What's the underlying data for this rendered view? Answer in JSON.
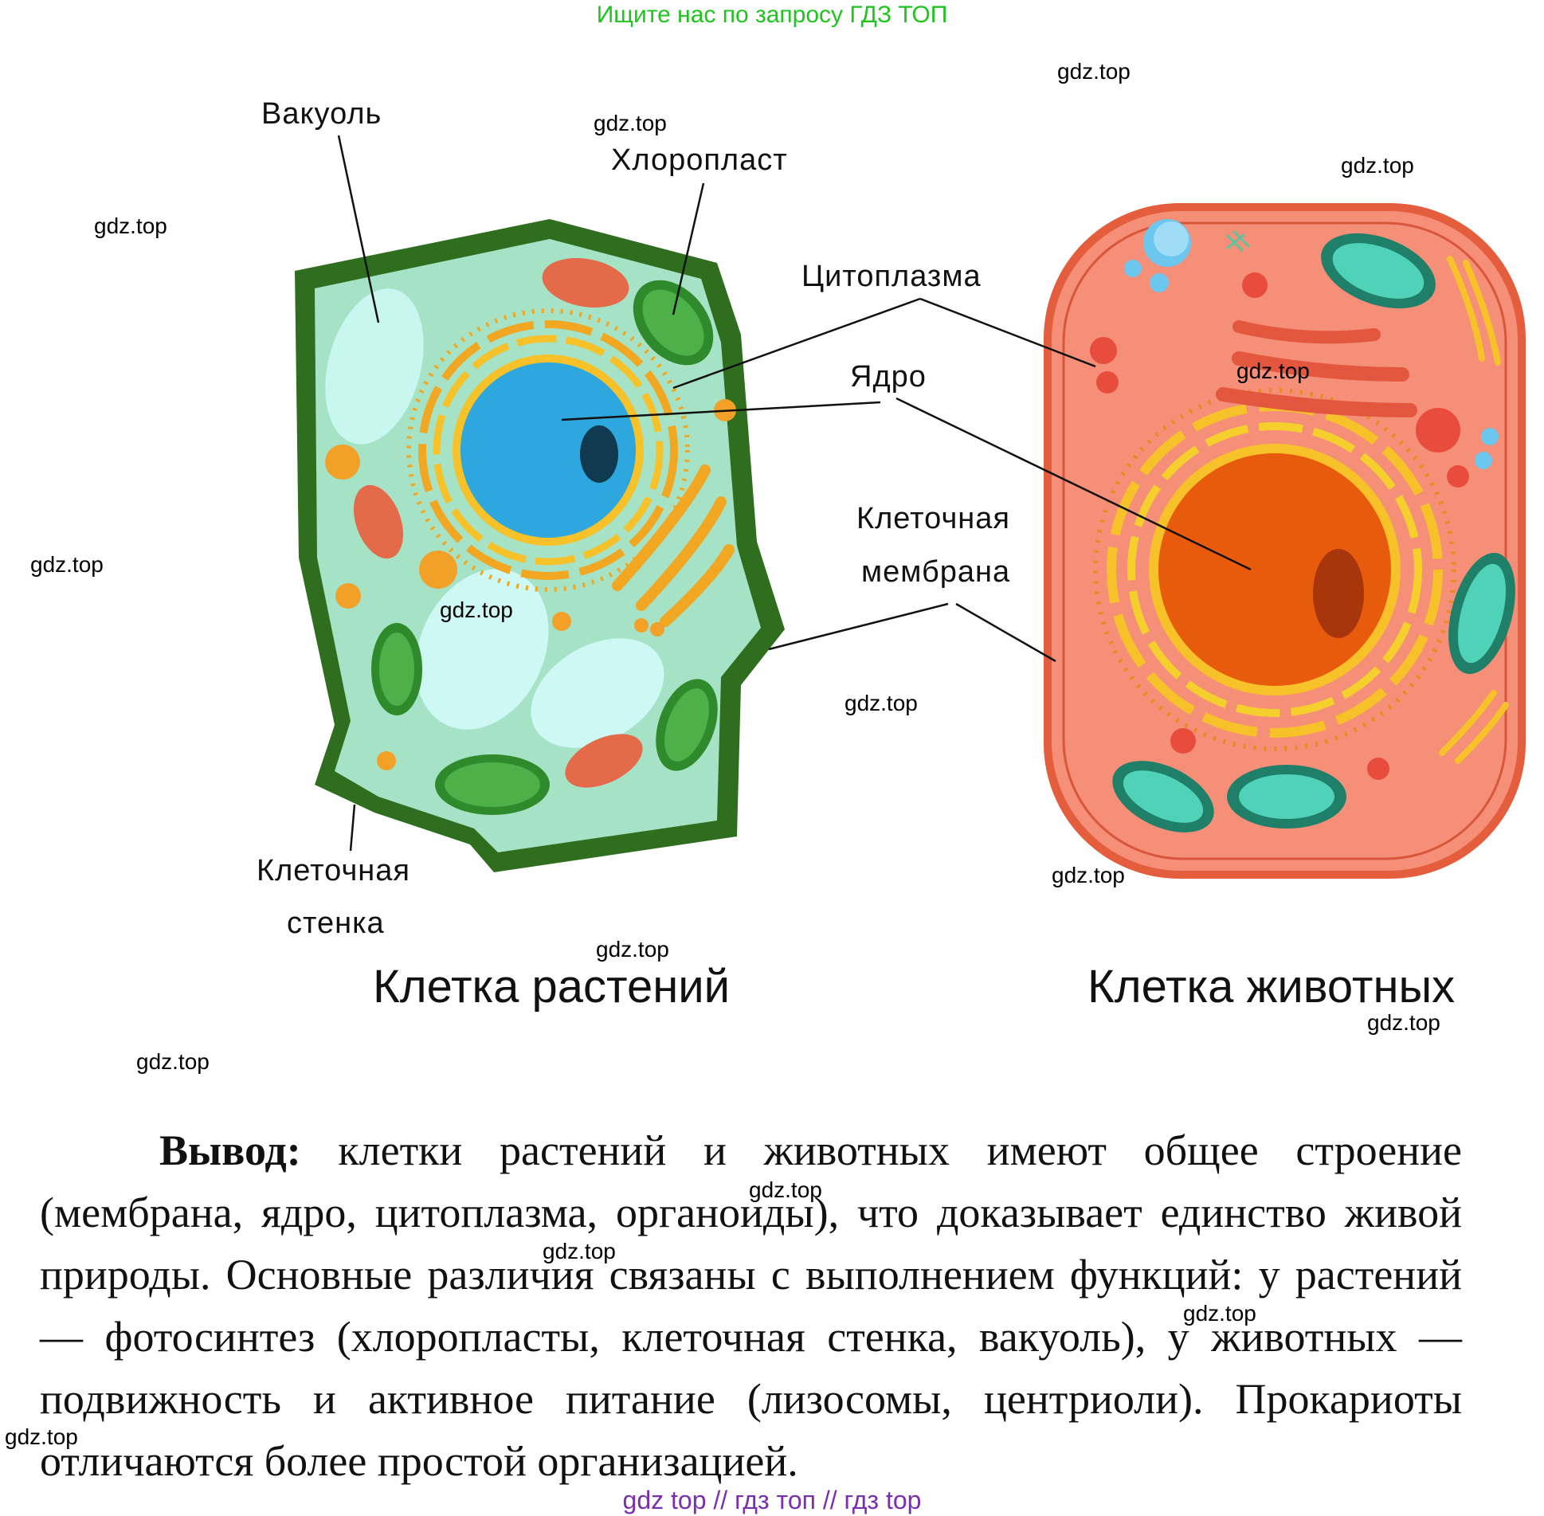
{
  "banner": "Ищите нас по запросу ГДЗ ТОП",
  "watermark": "gdz.top",
  "labels": {
    "vacuole": "Вакуоль",
    "chloroplast": "Хлоропласт",
    "cytoplasm": "Цитоплазма",
    "nucleus": "Ядро",
    "membrane_line1": "Клеточная",
    "membrane_line2": "мембрана",
    "wall_line1": "Клеточная",
    "wall_line2": "стенка"
  },
  "titles": {
    "plant": "Клетка растений",
    "animal": "Клетка животных"
  },
  "conclusion": {
    "lead": "Вывод:",
    "body": " клетки растений и животных имеют общее строение (мембрана, ядро, цитоплазма, органоиды), что доказывает единство живой природы. Основные различия связаны с выполнением функций: у растений — фотосинтез (хлоропласты, клеточная стенка, вакуоль), у животных — подвижность и активное питание (лизосомы, центриоли). Прокариоты отличаются более простой организацией."
  },
  "footer": "gdz top  //  гдз топ  //  гдз top",
  "colors": {
    "banner": "#1fc41f",
    "plant_wall": "#2f6e1f",
    "plant_cytoplasm": "#a6e3c6",
    "plant_nucleus": "#2ea7df",
    "animal_body": "#f58f78",
    "animal_nucleus": "#e85a0c",
    "golgi_yellow": "#f7c12a",
    "footer": "#7a2fb0"
  }
}
